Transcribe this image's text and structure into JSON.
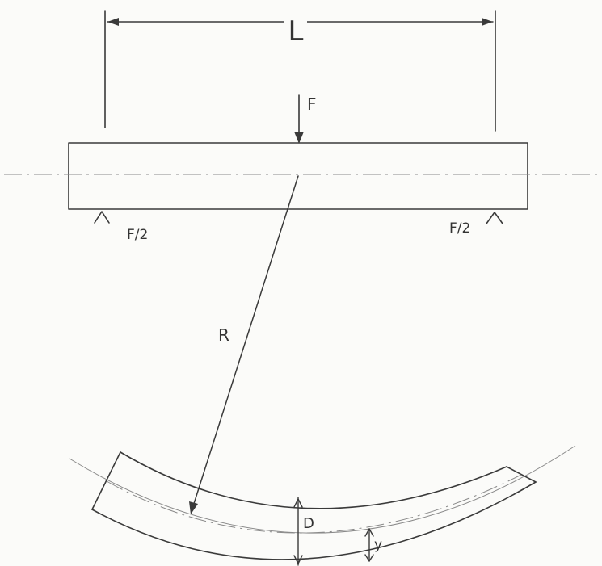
{
  "labels": {
    "span": "L",
    "force": "F",
    "reaction_left": "F/2",
    "reaction_right": "F/2",
    "radius": "R",
    "depth": "D",
    "fiber_distance": "y"
  }
}
